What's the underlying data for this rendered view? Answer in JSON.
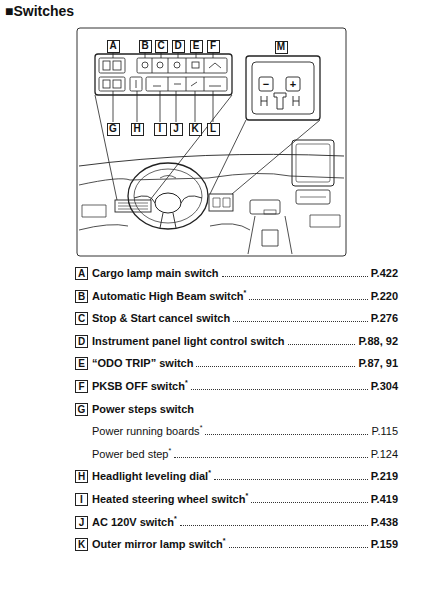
{
  "diagram": {
    "title": "■Switches",
    "nodes": [
      {
        "text": [
          "A"
        ]
      },
      {
        "text": [
          "B"
        ]
      },
      {
        "text": [
          "C"
        ]
      },
      {
        "text": [
          "D"
        ]
      },
      {
        "text": [
          "E"
        ]
      },
      {
        "text": [
          "F"
        ]
      },
      {
        "text": [
          "M"
        ]
      },
      {
        "text": [
          "G"
        ]
      },
      {
        "text": [
          "H"
        ]
      },
      {
        "text": [
          "I"
        ]
      },
      {
        "text": [
          "J"
        ]
      },
      {
        "text": [
          "K"
        ]
      },
      {
        "text": [
          "L"
        ]
      },
      {
        "text": [
          "A"
        ]
      },
      {
        "text": [
          "B"
        ]
      },
      {
        "text": [
          "C"
        ]
      },
      {
        "text": [
          "D"
        ]
      },
      {
        "text": [
          "E"
        ]
      },
      {
        "text": [
          "F"
        ]
      },
      {
        "text": [
          "G"
        ]
      },
      {
        "text": [
          "H"
        ]
      },
      {
        "text": [
          "I"
        ]
      },
      {
        "text": [
          "J"
        ]
      },
      {
        "text": [
          "K"
        ]
      }
    ],
    "labels": [
      "−",
      "+",
      "Cargo lamp main switch",
      "P.422",
      "Automatic High Beam switch",
      "*",
      "P.220",
      "Stop & Start cancel switch",
      "P.276",
      "Instrument panel light control switch",
      "P.88, 92",
      "“ODO TRIP” switch",
      "P.87, 91",
      "PKSB OFF switch",
      "*",
      "P.304",
      "Power steps switch",
      "Power running boards",
      "*",
      "P.115",
      "Power bed step",
      "*",
      "P.124",
      "Headlight leveling dial",
      "*",
      "P.219",
      "Heated steering wheel switch",
      "*",
      "P.419",
      "AC 120V switch",
      "*",
      "P.438",
      "Outer mirror lamp switch",
      "*",
      "P.159"
    ]
  }
}
